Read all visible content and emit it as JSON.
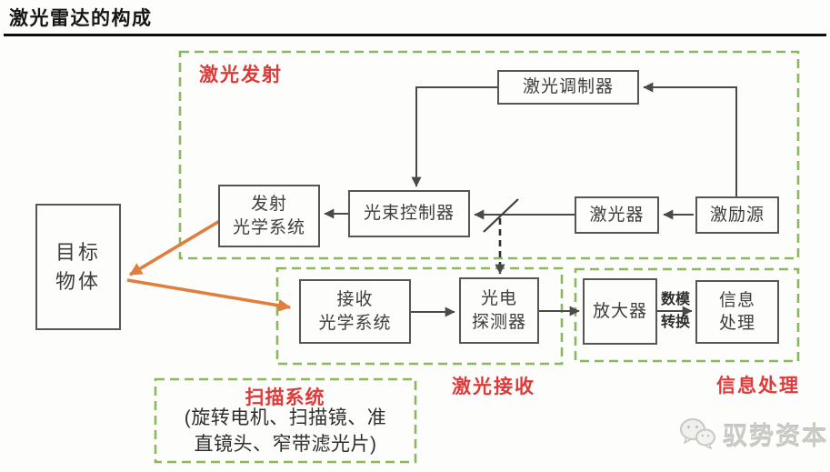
{
  "page": {
    "title": "激光雷达的构成"
  },
  "sections": {
    "laser_emission": {
      "label": "激光发射"
    },
    "laser_receiving": {
      "label": "激光接收"
    },
    "info_processing": {
      "label": "信息处理"
    },
    "scanning_system": {
      "title": "扫描系统",
      "components": "(旋转电机、扫描镜、准\n直镜头、窄带滤光片)"
    }
  },
  "nodes": {
    "laser_modulator": "激光调制器",
    "emission_optics": "发射\n光学系统",
    "beam_controller": "光束控制器",
    "laser": "激光器",
    "excitation_source": "激励源",
    "target_object": "目标\n物体",
    "receiving_optics": "接收\n光学系统",
    "photodetector": "光电\n探测器",
    "amplifier": "放大器",
    "info_processor": "信息\n处理"
  },
  "connections": {
    "da_conversion_label": "数模\n转换"
  },
  "watermark": {
    "brand": "驭势资本"
  },
  "colors": {
    "section_border_green": "#8ab85c",
    "section_label_red": "#dd3a3a",
    "signal_arrow_orange": "#e07f3d",
    "box_border_gray": "#565656",
    "text_gray": "#3d3d3d"
  }
}
